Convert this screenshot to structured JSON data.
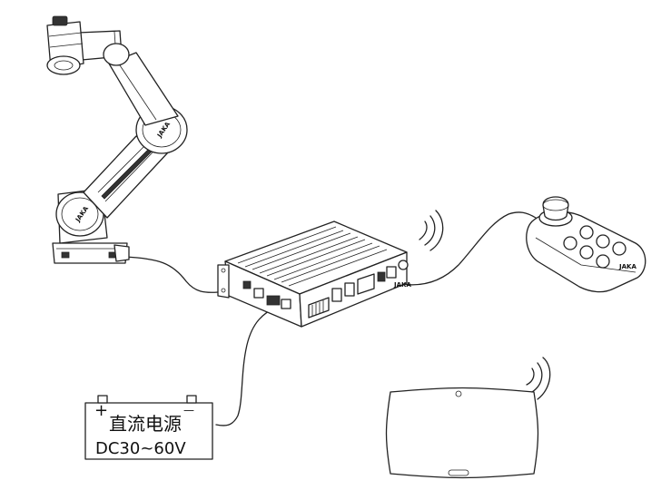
{
  "power_supply": {
    "name_cn": "直流电源",
    "spec": "DC30~60V",
    "plus_symbol": "+",
    "minus_symbol": "—"
  },
  "brand": "JAKA",
  "colors": {
    "stroke": "#222222",
    "fill": "#ffffff"
  }
}
